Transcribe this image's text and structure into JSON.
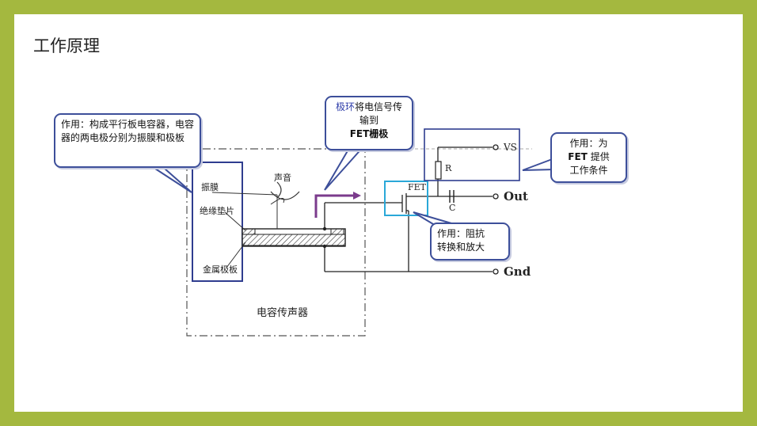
{
  "page": {
    "title": "工作原理"
  },
  "diagram": {
    "labels": {
      "diaphragm": "振膜",
      "insulating_ring": "绝缘垫片",
      "metal_plate": "金属极板",
      "sound": "声音",
      "sensor": "电容传声器",
      "fet": "FET",
      "resistor": "R",
      "capacitor": "C",
      "vs": "VS",
      "out": "Out",
      "gnd": "Gnd"
    },
    "callouts": {
      "plates": "作用：构成平行板电容器，电容器的两电极分别为振膜和极板",
      "ring_part1": "极环",
      "ring_part2": "将电信号传输到",
      "ring_part3": "FET栅极",
      "vs_line1": "作用：为",
      "vs_line2_bold": "FET",
      "vs_line2_rest": "提供",
      "vs_line3": "工作条件",
      "fet_line1": "作用：阻抗",
      "fet_line2": "转换和放大"
    },
    "colors": {
      "background": "#a4b83f",
      "callout_border": "#3d4f9a",
      "fet_box": "#2aa8d8",
      "arrow": "#7b3b8c"
    }
  }
}
